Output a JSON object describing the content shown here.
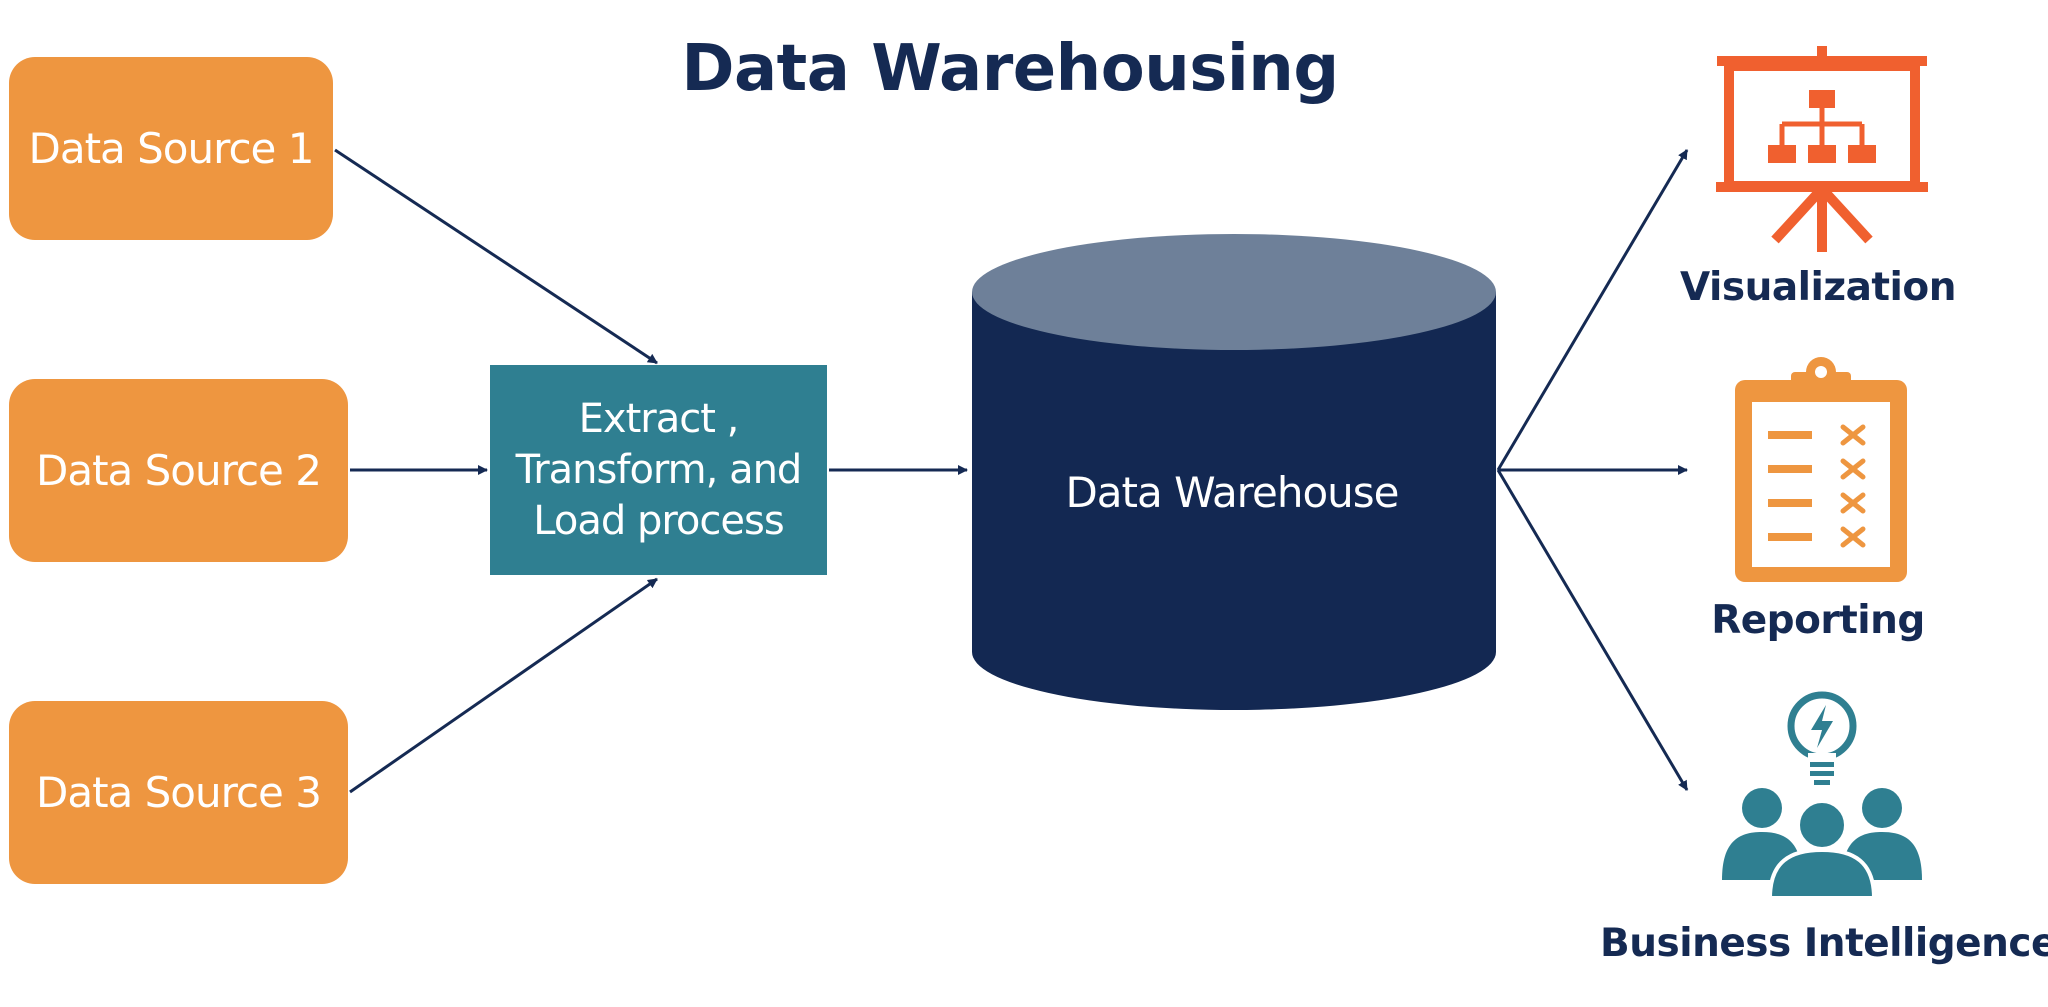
{
  "title": "Data Warehousing",
  "sources": [
    {
      "label": "Data Source 1"
    },
    {
      "label": "Data Source 2"
    },
    {
      "label": "Data Source 3"
    }
  ],
  "etl": {
    "label": "Extract ,\nTransform, and\nLoad process"
  },
  "warehouse": {
    "label": "Data Warehouse"
  },
  "outputs": [
    {
      "label": "Visualization",
      "icon": "presentation-board-icon"
    },
    {
      "label": "Reporting",
      "icon": "clipboard-checklist-icon"
    },
    {
      "label": "Business Intelligence",
      "icon": "team-lightbulb-icon"
    }
  ],
  "colors": {
    "source_fill": "#ee9640",
    "etl_fill": "#2f7f91",
    "warehouse_body": "#132852",
    "warehouse_top": "#6e8099",
    "arrow": "#152a53",
    "title": "#152a53",
    "visualization_icon": "#f0602f",
    "reporting_icon": "#ee9640",
    "bi_icon": "#2f7f91"
  }
}
